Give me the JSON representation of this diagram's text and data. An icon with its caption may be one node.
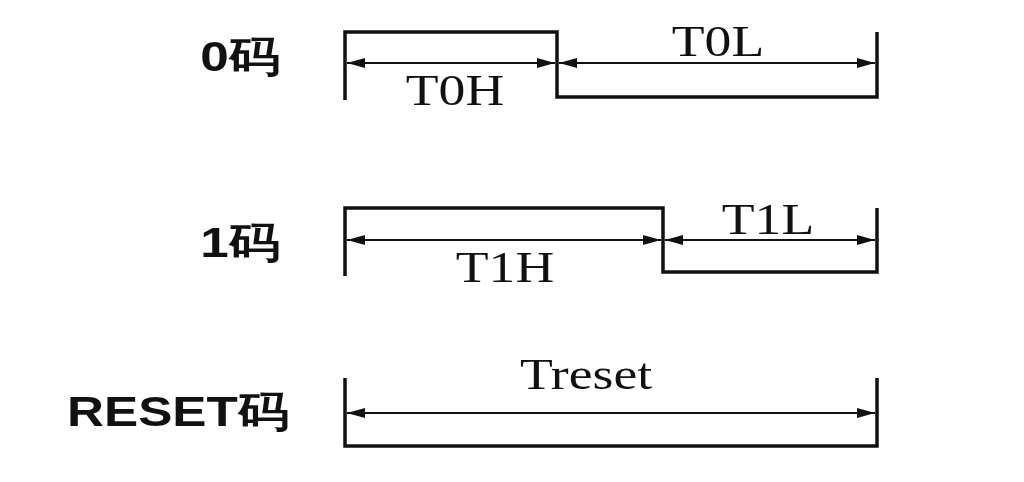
{
  "diagram": {
    "labels": [
      "0码",
      "T0H",
      "T0L",
      "1码",
      "T1H",
      "T1L",
      "RESET码",
      "Treset"
    ]
  }
}
